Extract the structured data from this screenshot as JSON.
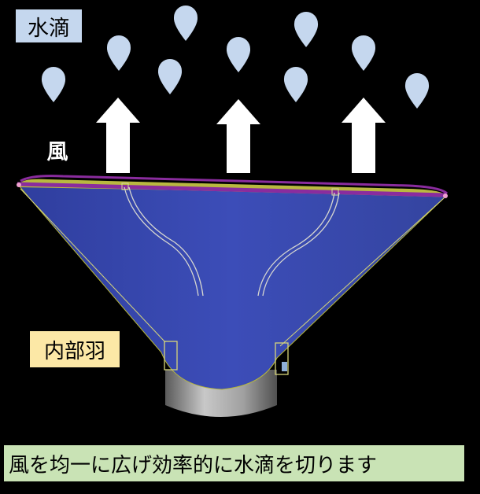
{
  "labels": {
    "droplets": "水滴",
    "wind": "風",
    "inner_vane": "内部羽"
  },
  "caption": "風を均一に広げ効率的に水滴を切ります",
  "colors": {
    "background": "#000000",
    "droplet": "#c5d7ee",
    "arrow": "#ffffff",
    "cone_body": "#3b4bb5",
    "rim_outer": "#8a2c9e",
    "rim_inner": "#b9b840",
    "vane_outline": "#d8d8d0",
    "pipe": "#9a9a9a",
    "droplets_label_bg": "#c5d7ee",
    "inner_vane_label_bg": "#fce8a6",
    "caption_bg": "#c9e3b5"
  },
  "icons": [
    "water-droplet-icon",
    "up-arrow-icon"
  ]
}
